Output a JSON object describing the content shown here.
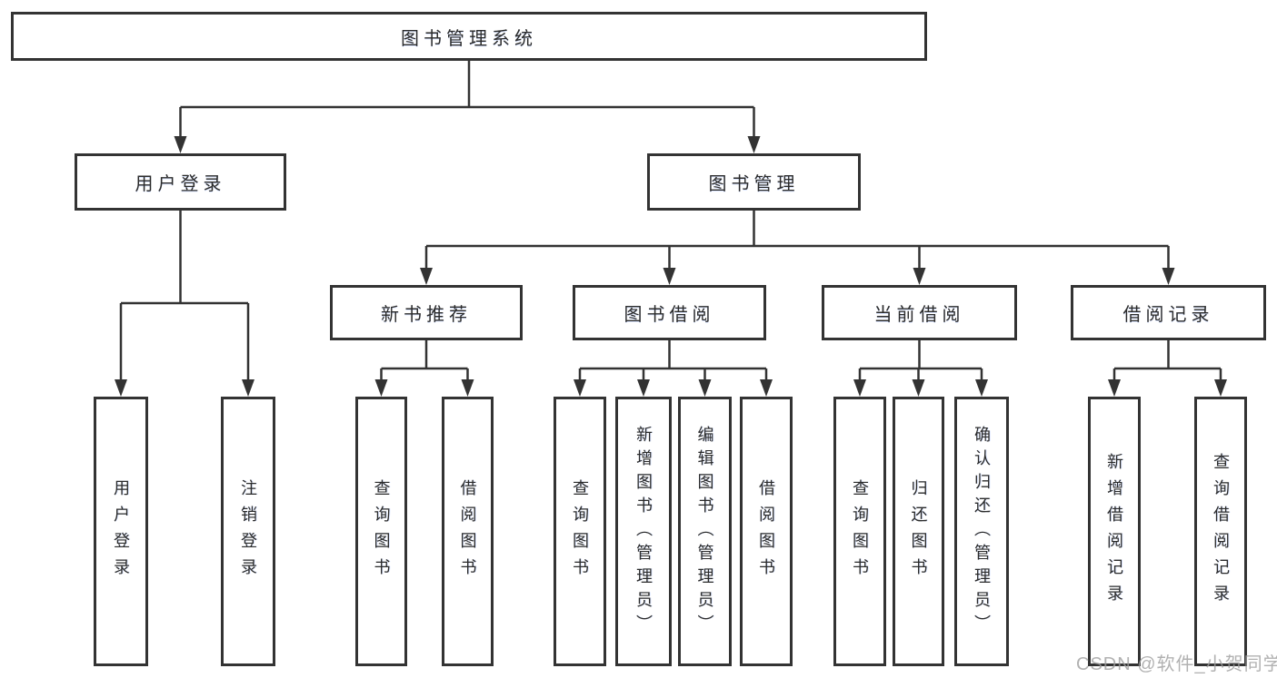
{
  "colors": {
    "line": "#333333",
    "border": "#333333",
    "text": "#2b2b2b",
    "watermark": "#9e9e9e",
    "background": "#ffffff"
  },
  "watermark": "CSDN @软件_小贺同学",
  "tree": {
    "root": {
      "label": "图书管理系统"
    },
    "branches": [
      {
        "label": "用户登录",
        "children": [
          {
            "label": "用户登录"
          },
          {
            "label": "注销登录"
          }
        ]
      },
      {
        "label": "图书管理",
        "sections": [
          {
            "label": "新书推荐",
            "children": [
              {
                "label": "查询图书"
              },
              {
                "label": "借阅图书"
              }
            ]
          },
          {
            "label": "图书借阅",
            "children": [
              {
                "label": "查询图书"
              },
              {
                "label": "新增图书（管理员）"
              },
              {
                "label": "编辑图书（管理员）"
              },
              {
                "label": "借阅图书"
              }
            ]
          },
          {
            "label": "当前借阅",
            "children": [
              {
                "label": "查询图书"
              },
              {
                "label": "归还图书"
              },
              {
                "label": "确认归还（管理员）"
              }
            ]
          },
          {
            "label": "借阅记录",
            "children": [
              {
                "label": "新增借阅记录"
              },
              {
                "label": "查询借阅记录"
              }
            ]
          }
        ]
      }
    ]
  }
}
